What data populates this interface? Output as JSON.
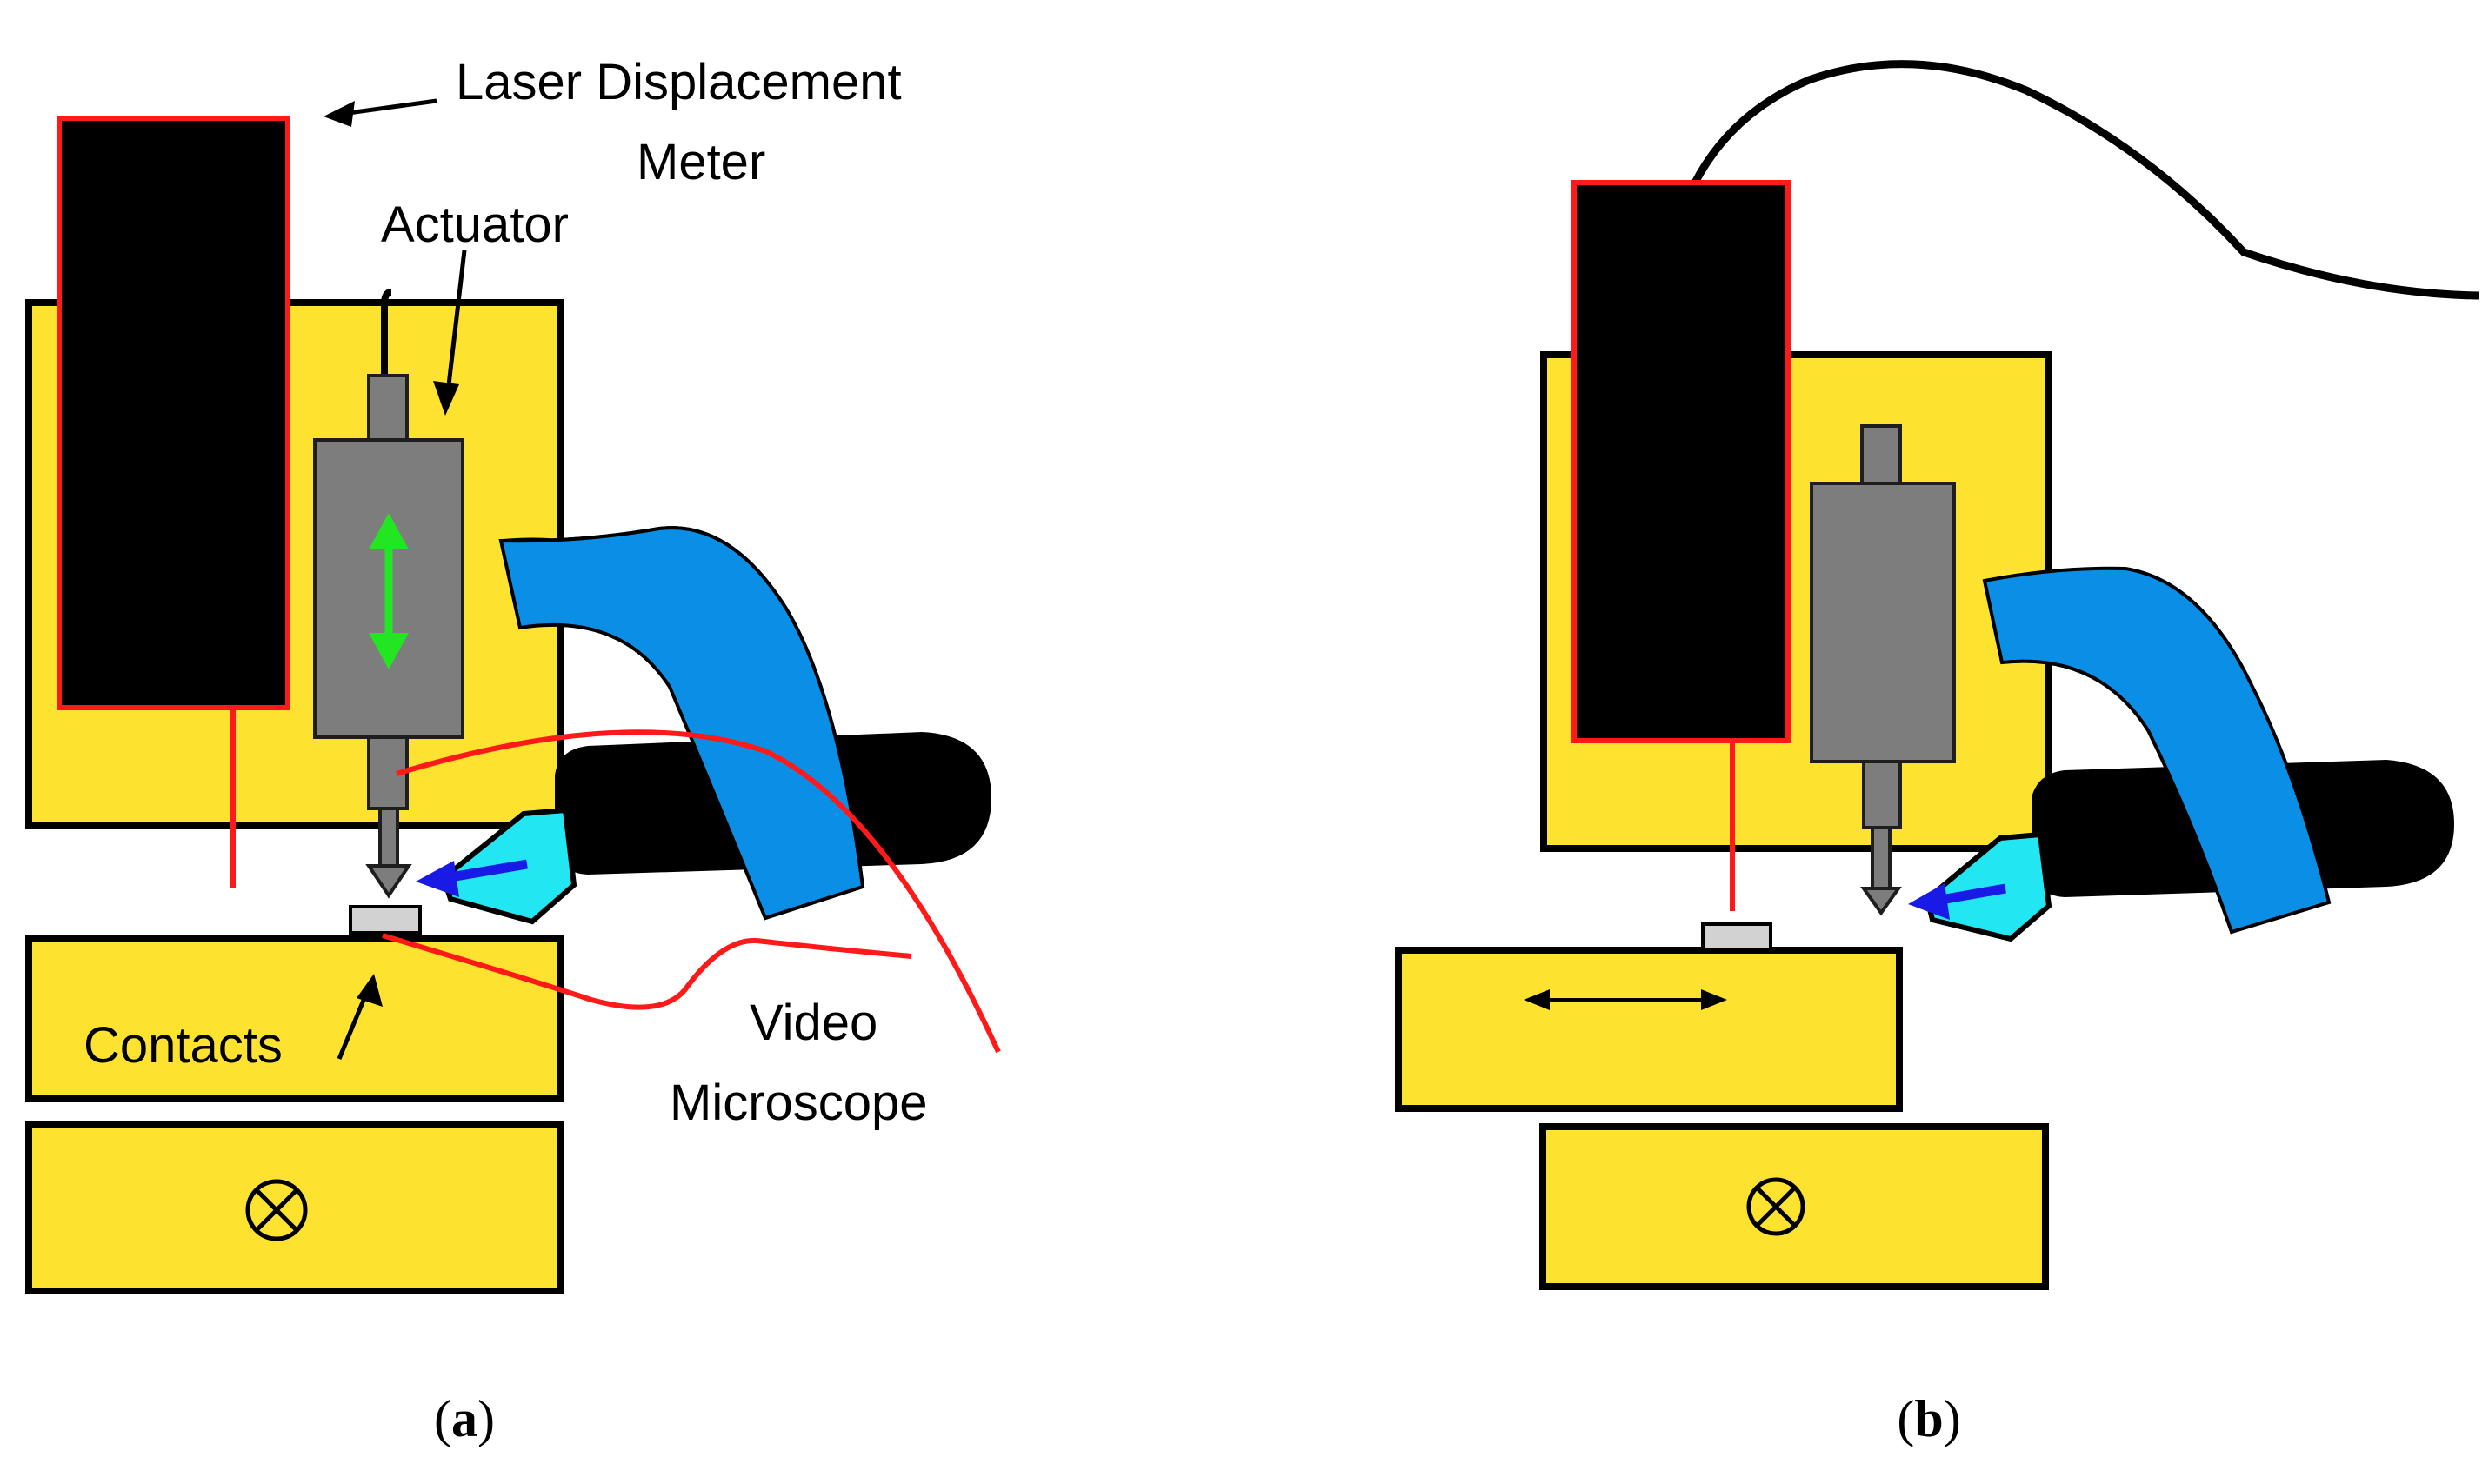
{
  "colors": {
    "stage_yellow": "#fde22f",
    "outline": "#000000",
    "laser_body": "#000000",
    "laser_border": "#ff1a1a",
    "laser_beam": "#ff1a1a",
    "actuator_gray": "#7d7d7d",
    "actuator_border": "#1e1e1e",
    "motion_arrow": "#22e622",
    "light_guide_blue": "#0b8fe6",
    "microscope_tip": "#22e6f2",
    "view_arrow": "#1a1ae6",
    "contact_gray": "#d2d2d2",
    "wire": "#ff1a1a"
  },
  "icons": {
    "stage_into_page": "circle-x-icon",
    "traverse_arrow": "double-arrow-icon"
  },
  "panel_a": {
    "labels": {
      "laser_line1": "Laser Displacement",
      "laser_line2": "Meter",
      "actuator": "Actuator",
      "contacts": "Contacts",
      "video_line1": "Video",
      "video_line2": "Microscope"
    },
    "caption": {
      "open": "(",
      "letter": "a",
      "close": ")"
    }
  },
  "panel_b": {
    "caption": {
      "open": "(",
      "letter": "b",
      "close": ")"
    }
  }
}
